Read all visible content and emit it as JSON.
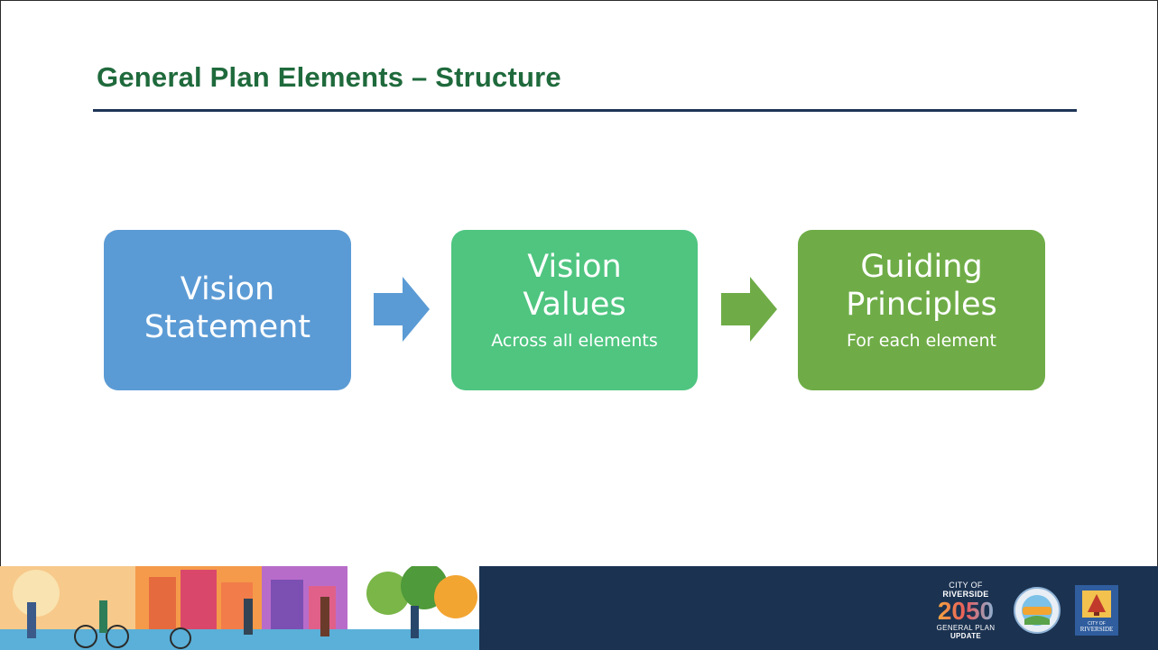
{
  "slide": {
    "title": "General Plan Elements – Structure"
  },
  "flow": [
    {
      "main_line1": "Vision",
      "main_line2": "Statement",
      "sub": "",
      "color": "#5b9bd5"
    },
    {
      "main_line1": "Vision",
      "main_line2": "Values",
      "sub": "Across all elements",
      "color": "#4fc580"
    },
    {
      "main_line1": "Guiding",
      "main_line2": "Principles",
      "sub": "For each element",
      "color": "#6fac47"
    }
  ],
  "arrows": [
    {
      "color": "#5b9bd5"
    },
    {
      "color": "#6fac47"
    }
  ],
  "footer": {
    "background": "#1b3251",
    "logo_2050": {
      "line1_prefix": "CITY OF",
      "line1_name": "RIVERSIDE",
      "year": "2050",
      "line3_prefix": "GENERAL PLAN",
      "line3_bold": "UPDATE"
    },
    "seal_icon": "riverside-camp-seal-icon",
    "city_logo_icon": "riverside-bell-logo-icon",
    "city_logo_text_top": "CITY OF",
    "city_logo_text": "RIVERSIDE"
  }
}
